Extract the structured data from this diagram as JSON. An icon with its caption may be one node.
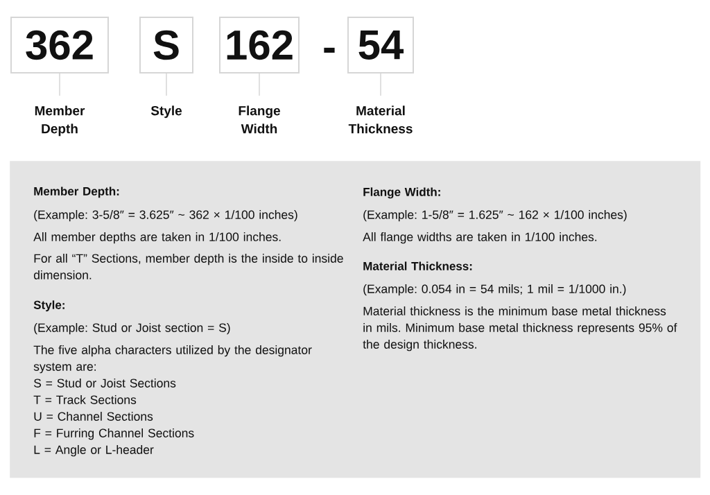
{
  "diagram": {
    "nodes": [
      {
        "text": [
          "362"
        ]
      },
      {
        "text": [
          "S"
        ]
      },
      {
        "text": [
          "162"
        ]
      },
      {
        "text": [
          "54"
        ]
      },
      {
        "text": [
          "Member Depth"
        ]
      },
      {
        "text": [
          "Style"
        ]
      },
      {
        "text": [
          "Flange Width"
        ]
      },
      {
        "text": [
          "Material Thickness"
        ]
      },
      {
        "text": [
          "Member Depth:",
          "(Example: 3-5/8″ = 3.625″ ~ 362 × 1/100 inches)",
          "All member depths are taken in 1/100 inches.",
          "For all “T” Sections, member depth is the inside to inside dimension.",
          "Style:",
          "(Example: Stud or Joist section = S)",
          "The five alpha characters utilized by the designator system are:",
          "S = Stud or Joist Sections",
          "T = Track Sections",
          "U = Channel Sections",
          "F = Furring Channel Sections",
          "L = Angle or L-header",
          "Flange Width:",
          "(Example: 1-5/8″ = 1.625″ ~ 162 × 1/100 inches)",
          "All flange widths are taken in 1/100 inches.",
          "Material Thickness:",
          "(Example: 0.054 in = 54 mils; 1 mil = 1/1000 in.)",
          "Material thickness is the minimum base metal thickness in mils. Minimum base metal thickness represents 95% of the design thickness."
        ]
      }
    ],
    "edges": [
      {
        "from": 0,
        "to": 4,
        "arrow": "none"
      },
      {
        "from": 1,
        "to": 5,
        "arrow": "none"
      },
      {
        "from": 2,
        "to": 6,
        "arrow": "none"
      },
      {
        "from": 3,
        "to": 7,
        "arrow": "none"
      }
    ],
    "labels": [
      "-"
    ]
  }
}
